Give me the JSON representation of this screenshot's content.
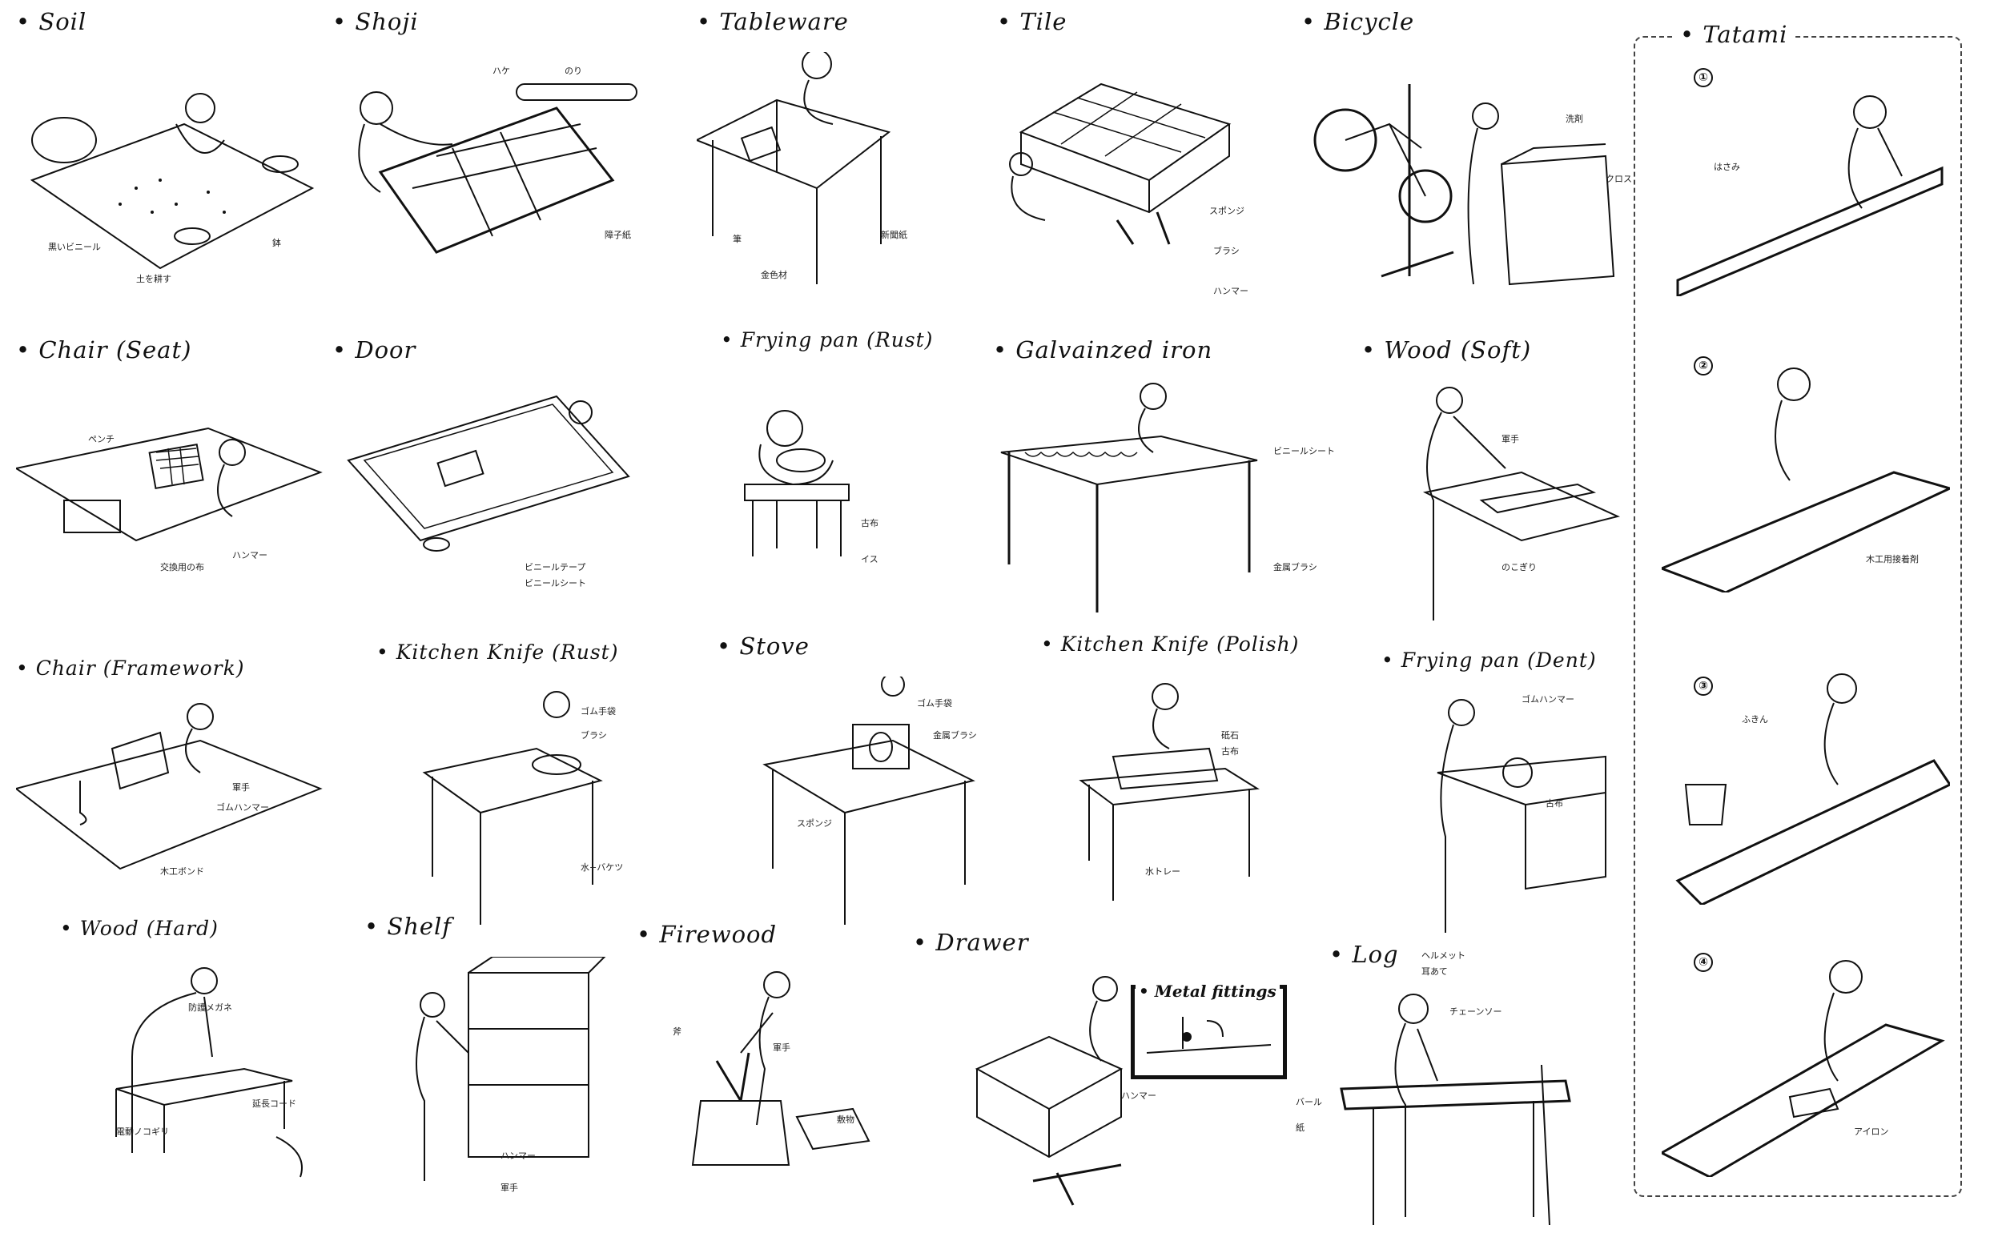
{
  "panels": [
    {
      "title": "Soil",
      "notes": [
        "黒いビニール",
        "土を耕す",
        "鉢"
      ]
    },
    {
      "title": "Shoji",
      "notes": [
        "ハケ",
        "のり",
        "障子紙"
      ]
    },
    {
      "title": "Tableware",
      "notes": [
        "筆",
        "金色材",
        "新聞紙"
      ]
    },
    {
      "title": "Tile",
      "notes": [
        "スポンジ",
        "ブラシ",
        "ハンマー"
      ]
    },
    {
      "title": "Bicycle",
      "notes": [
        "洗剤",
        "クロス"
      ]
    },
    {
      "title": "Chair (Seat)",
      "notes": [
        "ペンチ",
        "ハンマー",
        "交換用の布"
      ]
    },
    {
      "title": "Door",
      "notes": [
        "ビニールテープ",
        "ビニールシート"
      ]
    },
    {
      "title": "Frying pan (Rust)",
      "notes": [
        "古布",
        "イス"
      ]
    },
    {
      "title": "Galvainzed  iron",
      "notes": [
        "ビニールシート",
        "金属ブラシ"
      ]
    },
    {
      "title": "Wood (Soft)",
      "notes": [
        "軍手",
        "のこぎり"
      ]
    },
    {
      "title": "Chair (Framework)",
      "notes": [
        "軍手",
        "ゴムハンマー",
        "木工ボンド"
      ]
    },
    {
      "title": "Kitchen Knife (Rust)",
      "notes": [
        "ゴム手袋",
        "ブラシ",
        "水+バケツ"
      ]
    },
    {
      "title": "Stove",
      "notes": [
        "ゴム手袋",
        "金属ブラシ",
        "スポンジ"
      ]
    },
    {
      "title": "Kitchen Knife (Polish)",
      "notes": [
        "砥石",
        "古布",
        "水トレー"
      ]
    },
    {
      "title": "Frying pan (Dent)",
      "notes": [
        "ゴムハンマー",
        "古布"
      ]
    },
    {
      "title": "Wood (Hard)",
      "notes": [
        "防護メガネ",
        "延長コード",
        "電動ノコギリ"
      ]
    },
    {
      "title": "Shelf",
      "notes": [
        "ハンマー",
        "軍手"
      ]
    },
    {
      "title": "Firewood",
      "notes": [
        "斧",
        "軍手",
        "敷物"
      ]
    },
    {
      "title": "Drawer",
      "notes": [
        "ハンマー",
        "バール",
        "紙"
      ]
    },
    {
      "title": "Log",
      "notes": [
        "ヘルメット",
        "耳あて",
        "チェーンソー"
      ]
    }
  ],
  "tatami": {
    "title": "Tatami",
    "steps": [
      {
        "num": "①",
        "note": "はさみ"
      },
      {
        "num": "②",
        "note": "木工用接着剤"
      },
      {
        "num": "③",
        "note": "ふきん"
      },
      {
        "num": "④",
        "note": "アイロン"
      }
    ]
  },
  "metal_fittings": {
    "title": "Metal fittings"
  },
  "colors": {
    "ink": "#111111",
    "paper": "#ffffff",
    "frame": "#444444"
  }
}
